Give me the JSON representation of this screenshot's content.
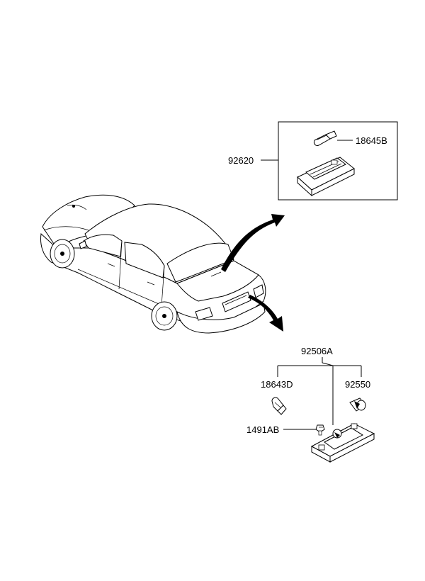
{
  "labels": {
    "lamp_assembly_upper": "92620",
    "bulb_upper": "18645B",
    "lamp_assembly_lower": "92506A",
    "bulb_lower": "18643D",
    "socket_lower": "92550",
    "screw": "1491AB"
  }
}
